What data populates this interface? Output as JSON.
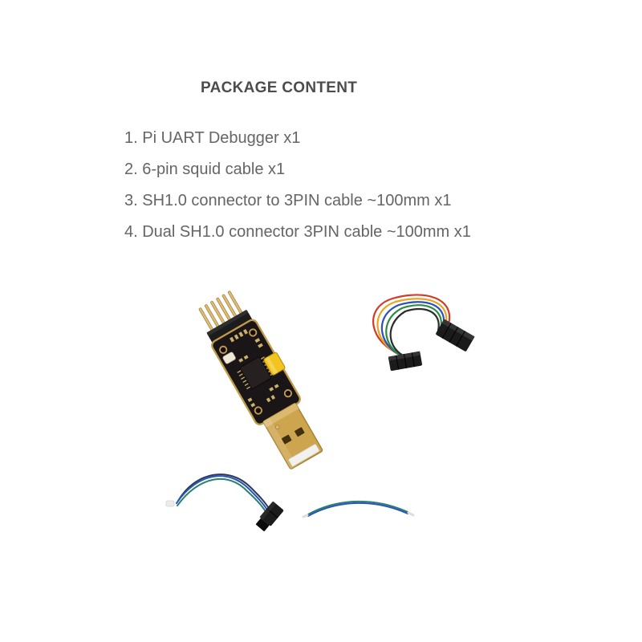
{
  "page": {
    "background": "#ffffff",
    "heading_color": "#4c4c4c",
    "body_text_color": "#656565"
  },
  "package_content": {
    "heading": "PACKAGE CONTENT",
    "items": [
      {
        "text": "1. Pi UART Debugger x1"
      },
      {
        "text": "2. 6-pin squid cable x1"
      },
      {
        "text": "3. SH1.0 connector to 3PIN cable ~100mm x1"
      },
      {
        "text": "4. Dual SH1.0 connector 3PIN cable ~100mm x1"
      }
    ]
  },
  "figure": {
    "photos": [
      "pi-uart-debugger-photo",
      "squid-cable-photo",
      "sh1-3pin-cable-photo",
      "dual-sh1-3pin-cable-photo"
    ],
    "colors": {
      "pcb": "#1a1516",
      "pcb_edge": "#bf9c4b",
      "gold": "#c49a4e",
      "gold_light": "#ddbc74",
      "header_black": "#1c1c1c",
      "jumper": "#f2c41d",
      "jumper_edge": "#b8900d",
      "usb_gold": "#cda54e",
      "usb_edge": "#a67f2e",
      "usb_hole": "#40300f",
      "usb_tip": "#f2f1ec",
      "connector_black": "#1b1b1b",
      "button_white": "#efe9da",
      "wire_red": "#d23b2a",
      "wire_yellow": "#e8a51e",
      "wire_blue": "#2d4fc0",
      "wire_green": "#2e8b3f",
      "wire_black": "#2d2d2d",
      "cable_blue": "#2b55b8",
      "cable_teal": "#2a8070",
      "cable_dark": "#2c3a55",
      "cable_tip": "#dedede"
    }
  }
}
